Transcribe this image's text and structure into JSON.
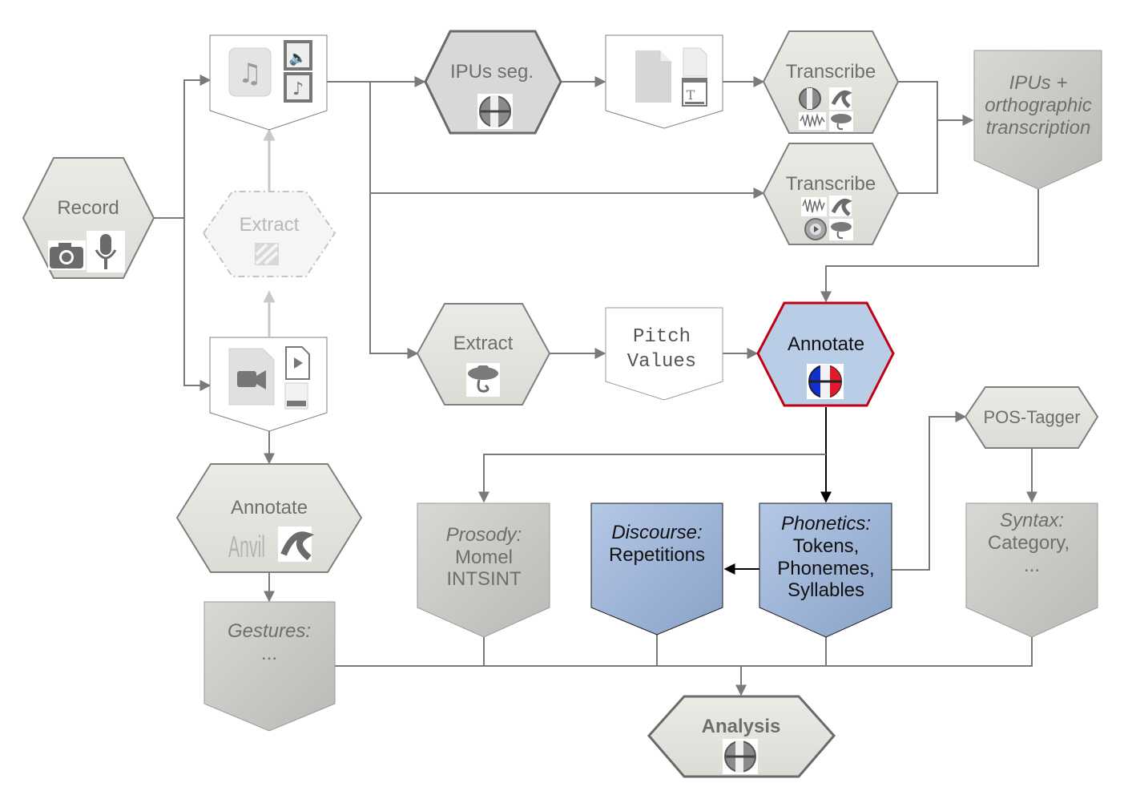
{
  "nodes": {
    "record": {
      "label": "Record",
      "icons": [
        "camera-icon",
        "microphone-icon"
      ]
    },
    "audio_file": {
      "icons": [
        "music-file-icon",
        "audio-wave-file-icon",
        "music-note-file-icon"
      ]
    },
    "video_file": {
      "icons": [
        "video-file-icon",
        "play-file-icon",
        "video-codec-icon"
      ]
    },
    "extract_video": {
      "label": "Extract",
      "icons": [
        "ffmpeg-icon"
      ]
    },
    "ipus_seg": {
      "label": "IPUs seg.",
      "icons": [
        "sppas-logo-icon"
      ]
    },
    "text_files": {
      "icons": [
        "document-icon",
        "blank-page-icon",
        "text-file-icon"
      ]
    },
    "transcribe_1": {
      "label": "Transcribe",
      "icons": [
        "sppas-logo-icon",
        "elan-icon",
        "praat-waveform-icon",
        "praat-icon"
      ]
    },
    "transcribe_2": {
      "label": "Transcribe",
      "icons": [
        "praat-waveform-icon",
        "elan-icon",
        "audacity-icon",
        "praat-icon"
      ]
    },
    "ipus_transcription": {
      "line1": "IPUs +",
      "line2": "orthographic",
      "line3": "transcription"
    },
    "extract_pitch": {
      "label": "Extract",
      "icons": [
        "praat-icon"
      ]
    },
    "pitch_values": {
      "line1": "Pitch",
      "line2": "Values"
    },
    "annotate_main": {
      "label": "Annotate",
      "icons": [
        "sppas-color-logo-icon"
      ]
    },
    "annotate_gestures": {
      "label": "Annotate",
      "anvil": "Anvil",
      "icons": [
        "elan-icon"
      ]
    },
    "gestures": {
      "line1": "Gestures:",
      "line2": "..."
    },
    "prosody": {
      "line1": "Prosody:",
      "line2": "Momel",
      "line3": "INTSINT"
    },
    "discourse": {
      "line1": "Discourse:",
      "line2": "Repetitions"
    },
    "phonetics": {
      "line1": "Phonetics:",
      "line2": "Tokens,",
      "line3": "Phonemes,",
      "line4": "Syllables"
    },
    "pos_tagger": {
      "label": "POS-Tagger"
    },
    "syntax": {
      "line1": "Syntax:",
      "line2": "Category,",
      "line3": "..."
    },
    "analysis": {
      "label": "Analysis",
      "icons": [
        "sppas-logo-icon"
      ]
    }
  },
  "colors": {
    "node_fill": "#e6e6e1",
    "node_stroke": "#7f7f7f",
    "doc_gray": "#c8c8c4",
    "doc_blue_top": "#aac0e0",
    "doc_blue_bottom": "#8ea6cb",
    "highlight_stroke": "#c00014",
    "highlight_fill": "#b9cde6",
    "edge": "#7a7a7a",
    "edge_dark": "#000000"
  }
}
